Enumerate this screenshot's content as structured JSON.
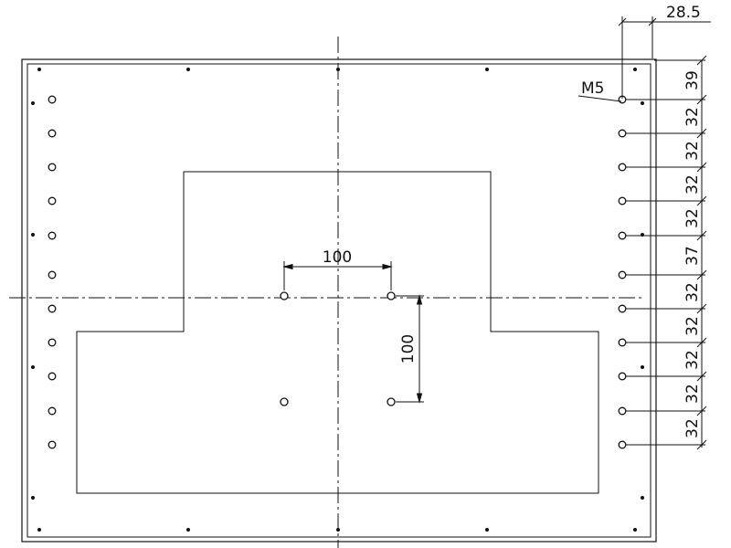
{
  "colors": {
    "background": "#ffffff",
    "line": "#111111"
  },
  "dimensions": {
    "top_offset": "28.5",
    "thread_label": "M5",
    "hole_spacing_h": "100",
    "hole_spacing_v": "100",
    "right_stack": [
      "39",
      "32",
      "32",
      "32",
      "32",
      "37",
      "32",
      "32",
      "32",
      "32",
      "32"
    ]
  }
}
